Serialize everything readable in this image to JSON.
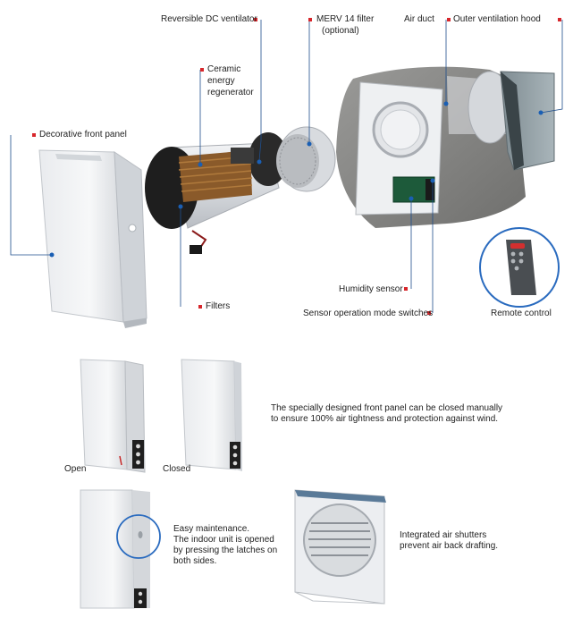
{
  "colors": {
    "callout_square": "#d7262b",
    "callout_dot": "#1a5fb4",
    "leader_line": "#1f4e8c",
    "zoom_circle": "#2a6bbf"
  },
  "labels": {
    "reversible_dc_ventilator": "Reversible DC ventilator",
    "merv_filter": "MERV 14 filter",
    "merv_filter_optional": "(optional)",
    "air_duct": "Air duct",
    "outer_ventilation_hood": "Outer ventilation hood",
    "ceramic_line1": "Ceramic",
    "ceramic_line2": "energy",
    "ceramic_line3": "regenerator",
    "decorative_front_panel": "Decorative front panel",
    "filters": "Filters",
    "humidity_sensor": "Humidity sensor",
    "sensor_mode_switches": "Sensor operation mode switches",
    "remote_control": "Remote control"
  },
  "panel_states": {
    "open": "Open",
    "closed": "Closed",
    "description_line1": "The specially designed front panel can be closed manually",
    "description_line2": "to ensure 100% air tightness and protection against wind."
  },
  "maintenance": {
    "line1": "Easy maintenance.",
    "line2": "The indoor unit is opened",
    "line3": "by pressing the latches on",
    "line4": "both sides."
  },
  "shutters": {
    "line1": "Integrated air shutters",
    "line2": "prevent air back drafting."
  }
}
